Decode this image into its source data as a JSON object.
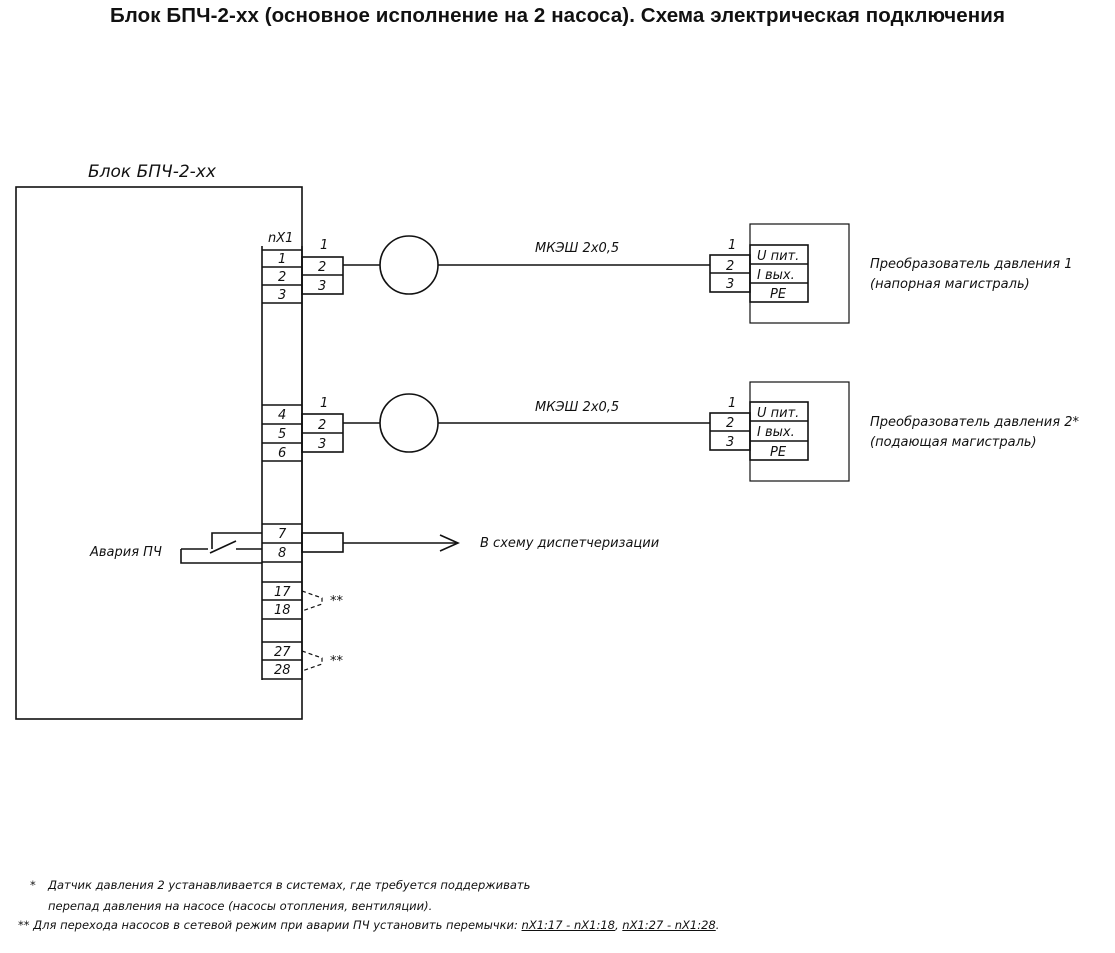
{
  "title": "Блок БПЧ-2-хх (основное исполнение на 2 насоса). Схема электрическая подключения",
  "block": {
    "label": "Блок БПЧ-2-хх",
    "connector_label": "nX1",
    "terminals": [
      "1",
      "2",
      "3",
      "4",
      "5",
      "6",
      "7",
      "8",
      "17",
      "18",
      "27",
      "28"
    ]
  },
  "cables": [
    {
      "name": "МКЭШ 2х0,5",
      "block_side_pins": [
        "1",
        "2",
        "3"
      ],
      "sensor_side_pins": [
        "1",
        "2",
        "3"
      ],
      "sensor_terminals": [
        "U пит.",
        "I вых.",
        "PE"
      ],
      "sensor_label_line1": "Преобразователь давления 1",
      "sensor_label_line2": "(напорная магистраль)"
    },
    {
      "name": "МКЭШ 2х0,5",
      "block_side_pins": [
        "1",
        "2",
        "3"
      ],
      "sensor_side_pins": [
        "1",
        "2",
        "3"
      ],
      "sensor_terminals": [
        "U пит.",
        "I вых.",
        "PE"
      ],
      "sensor_label_line1": "Преобразователь давления 2*",
      "sensor_label_line2": "(подающая магистраль)"
    }
  ],
  "alarm": {
    "label": "Авария ПЧ",
    "destination": "В схему диспетчеризации"
  },
  "jumper_mark": "**",
  "notes": {
    "n1_mark": "*",
    "n1_line1": "Датчик давления 2 устанавливается в системах, где требуется поддерживать",
    "n1_line2": "перепад давления на насосе (насосы отопления, вентиляции).",
    "n2_mark": "**",
    "n2_text": "Для перехода насосов в сетевой режим при аварии ПЧ установить перемычки:",
    "n2_link1": "nX1:17 - nX1:18",
    "n2_sep": ",",
    "n2_link2": "nX1:27 - nX1:28",
    "n2_end": "."
  }
}
